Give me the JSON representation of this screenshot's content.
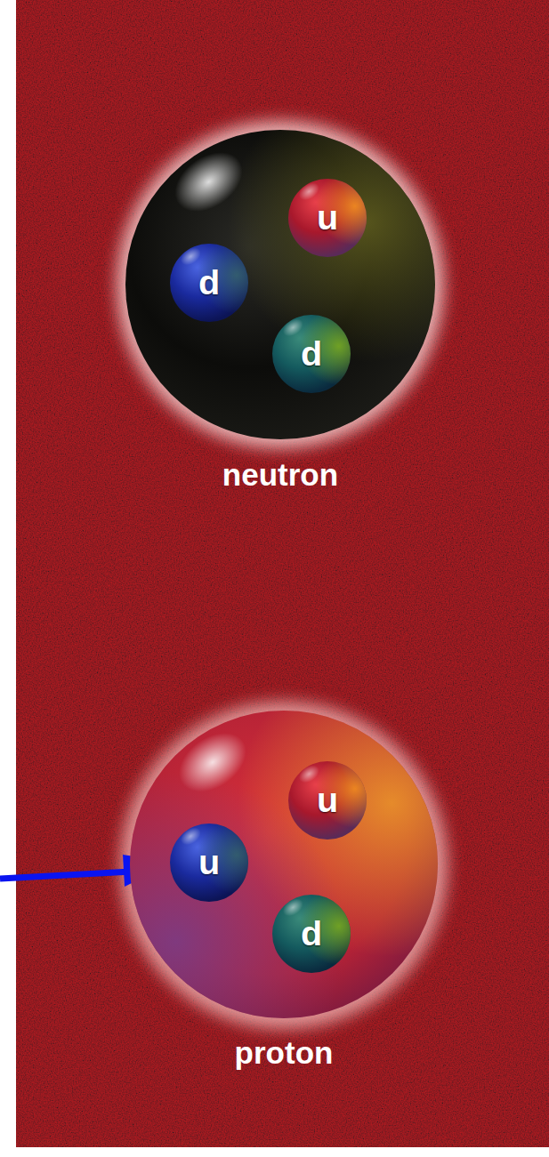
{
  "diagram": {
    "nodes": [
      {
        "text": [
          "neutron"
        ]
      },
      {
        "text": [
          "u"
        ],
        "in": 0
      },
      {
        "text": [
          "d"
        ],
        "in": 0
      },
      {
        "text": [
          "d"
        ],
        "in": 0
      },
      {
        "text": [
          "proton"
        ]
      },
      {
        "text": [
          "u"
        ],
        "in": 4
      },
      {
        "text": [
          "u"
        ],
        "in": 4
      },
      {
        "text": [
          "d"
        ],
        "in": 4
      }
    ]
  }
}
